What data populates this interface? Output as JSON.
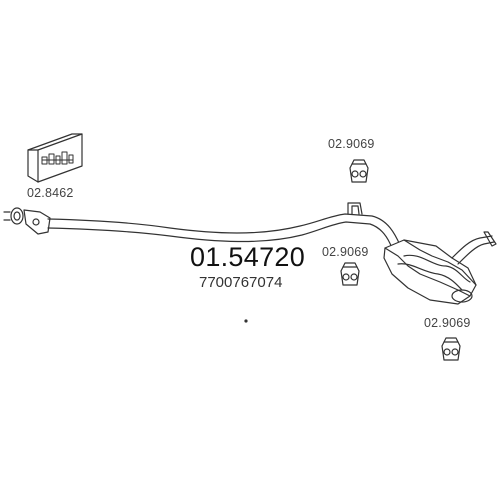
{
  "part_number": "01.54720",
  "oem_number": "7700767074",
  "components": [
    {
      "id": "mount-kit",
      "code": "02.8462"
    },
    {
      "id": "hanger-1",
      "code": "02.9069"
    },
    {
      "id": "hanger-2",
      "code": "02.9069"
    },
    {
      "id": "hanger-3",
      "code": "02.9069"
    }
  ],
  "colors": {
    "line": "#333333",
    "text": "#444444",
    "background": "#ffffff"
  }
}
